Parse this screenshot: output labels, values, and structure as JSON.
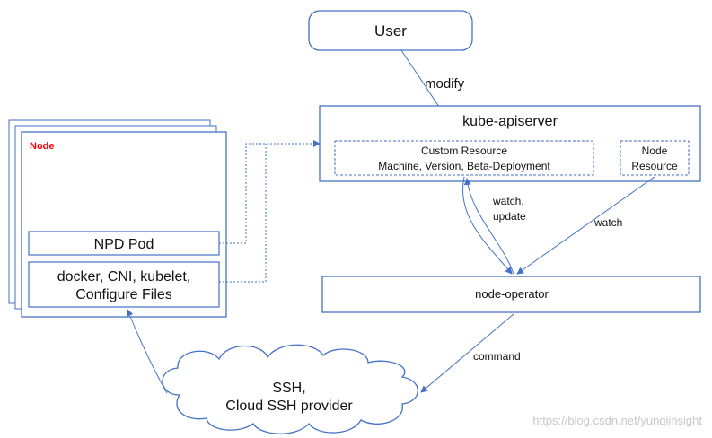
{
  "colors": {
    "box_stroke": "#4472c4",
    "arrow": "#4472c4",
    "text": "#111111",
    "node_label": "#ff0000",
    "watermark": "#c8c8c8"
  },
  "nodes": {
    "user": "User",
    "apiserver": "kube-apiserver",
    "custom_resource_title": "Custom Resource",
    "custom_resource_kinds": "Machine, Version, Beta-Deployment",
    "node_resource_line1": "Node",
    "node_resource_line2": "Resource",
    "node_label": "Node",
    "npd_pod": "NPD Pod",
    "components_line1": "docker, CNI, kubelet,",
    "components_line2": "Configure Files",
    "node_operator": "node-operator",
    "ssh_line1": "SSH,",
    "ssh_line2": "Cloud SSH provider"
  },
  "edges": {
    "modify": "modify",
    "watch_update_line1": "watch,",
    "watch_update_line2": "update",
    "watch": "watch",
    "command": "command"
  },
  "watermark": "https://blog.csdn.net/yunqiinsight"
}
